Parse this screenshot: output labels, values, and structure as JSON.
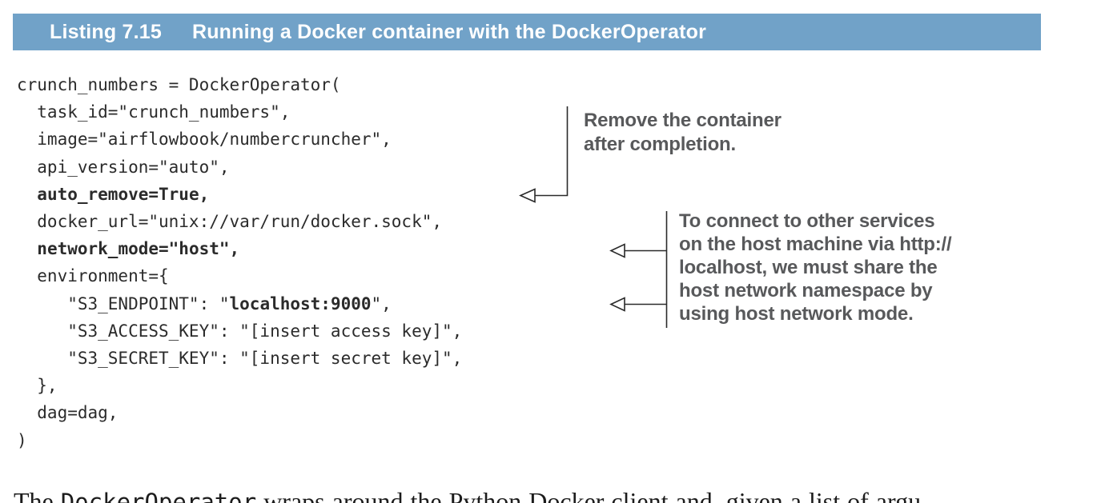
{
  "listing_header": {
    "label": "Listing 7.15",
    "title": "Running a Docker container with the DockerOperator"
  },
  "code": {
    "lines": [
      [
        {
          "text": "crunch_numbers = DockerOperator(",
          "bold": false
        }
      ],
      [
        {
          "text": "  task_id=\"crunch_numbers\",",
          "bold": false
        }
      ],
      [
        {
          "text": "  image=\"airflowbook/numbercruncher\",",
          "bold": false
        }
      ],
      [
        {
          "text": "  api_version=\"auto\",",
          "bold": false
        }
      ],
      [
        {
          "text": "  ",
          "bold": false
        },
        {
          "text": "auto_remove=True,",
          "bold": true
        }
      ],
      [
        {
          "text": "  docker_url=\"unix://var/run/docker.sock\",",
          "bold": false
        }
      ],
      [
        {
          "text": "  ",
          "bold": false
        },
        {
          "text": "network_mode=\"host\",",
          "bold": true
        }
      ],
      [
        {
          "text": "  environment={",
          "bold": false
        }
      ],
      [
        {
          "text": "     \"S3_ENDPOINT\": \"",
          "bold": false
        },
        {
          "text": "localhost:9000",
          "bold": true
        },
        {
          "text": "\",",
          "bold": false
        }
      ],
      [
        {
          "text": "     \"S3_ACCESS_KEY\": \"[insert access key]\",",
          "bold": false
        }
      ],
      [
        {
          "text": "     \"S3_SECRET_KEY\": \"[insert secret key]\",",
          "bold": false
        }
      ],
      [
        {
          "text": "  },",
          "bold": false
        }
      ],
      [
        {
          "text": "  dag=dag,",
          "bold": false
        }
      ],
      [
        {
          "text": ")",
          "bold": false
        }
      ]
    ]
  },
  "annotations": [
    {
      "id": "remove-container",
      "lines": [
        "Remove the container",
        "after completion."
      ]
    },
    {
      "id": "network-mode",
      "lines": [
        "To connect to other services",
        "on the host machine via http://",
        "localhost, we must share the",
        "host network namespace by",
        "using host network mode."
      ]
    }
  ],
  "body_text": {
    "prefix": "The ",
    "code": "DockerOperator",
    "suffix": " wraps around the Python Docker client and, given a list of argu"
  },
  "colors": {
    "header_bg": "#71a2c8",
    "header_text": "#ffffff",
    "annotation_text": "#58595b",
    "code_text": "#2b2b2b",
    "body_text": "#1c1c1c",
    "arrow": "#2a2a2a"
  }
}
